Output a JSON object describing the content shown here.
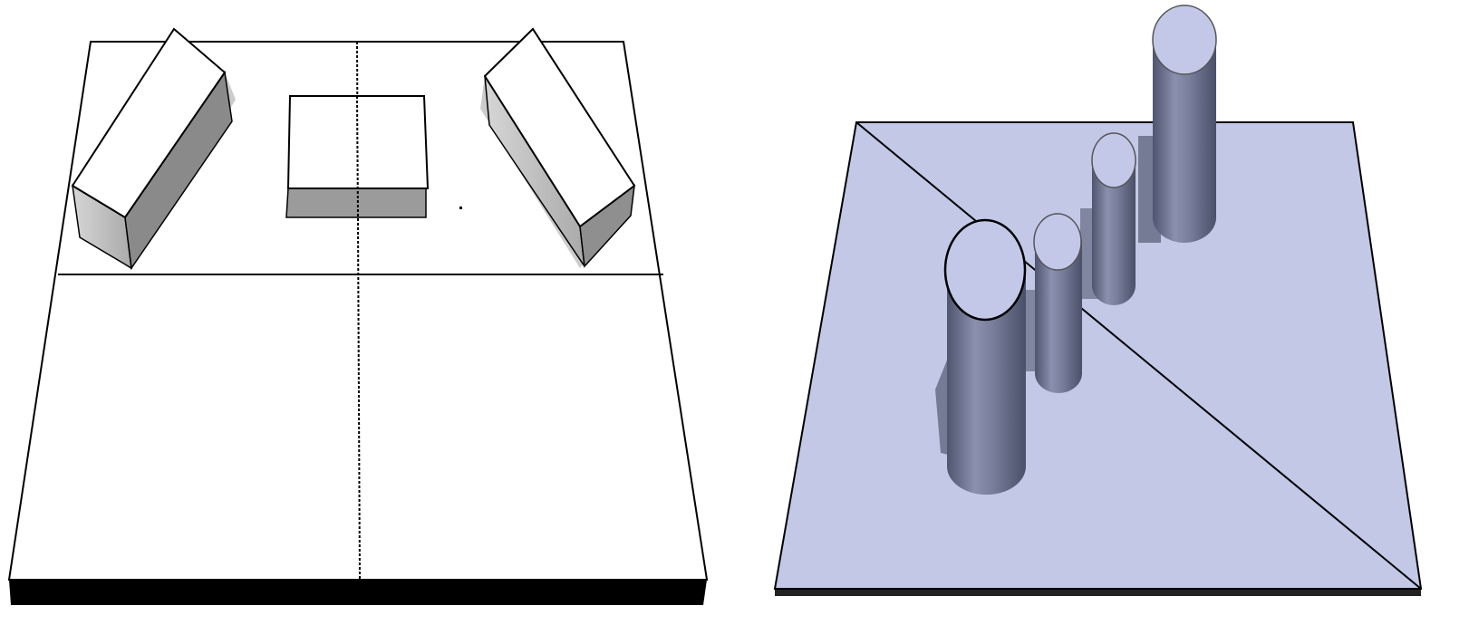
{
  "figure": {
    "panels": [
      {
        "id": "left",
        "description_visible_text": "",
        "board_color": "#ffffff",
        "block_top_color": "#ffffff",
        "block_side_light": "#bdbdbd",
        "block_side_dark": "#8a8a8a",
        "objects": [
          "left-tilted-block",
          "center-square-block",
          "right-tilted-block"
        ]
      },
      {
        "id": "right",
        "board_color": "#c2c8e6",
        "cylinder_color": "#6f7590",
        "cylinder_top_color": "#c3c8e8",
        "objects": [
          "cylinder-large",
          "cylinder-small",
          "cylinder-medium",
          "cylinder-tall"
        ]
      }
    ]
  }
}
